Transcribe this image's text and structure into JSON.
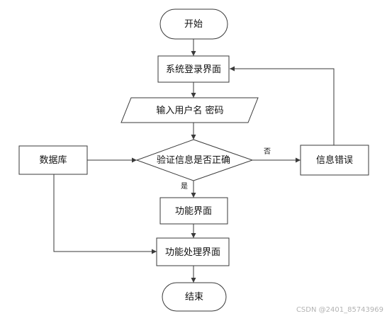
{
  "diagram": {
    "nodes": {
      "start": "开始",
      "login": "系统登录界面",
      "input": "输入用户名 密码",
      "verify": "验证信息是否正确",
      "error": "信息错误",
      "db": "数据库",
      "func": "功能界面",
      "process": "功能处理界面",
      "end": "结束"
    },
    "edges": {
      "yes": "是",
      "no": "否"
    }
  },
  "watermark": "CSDN @2401_85743969"
}
